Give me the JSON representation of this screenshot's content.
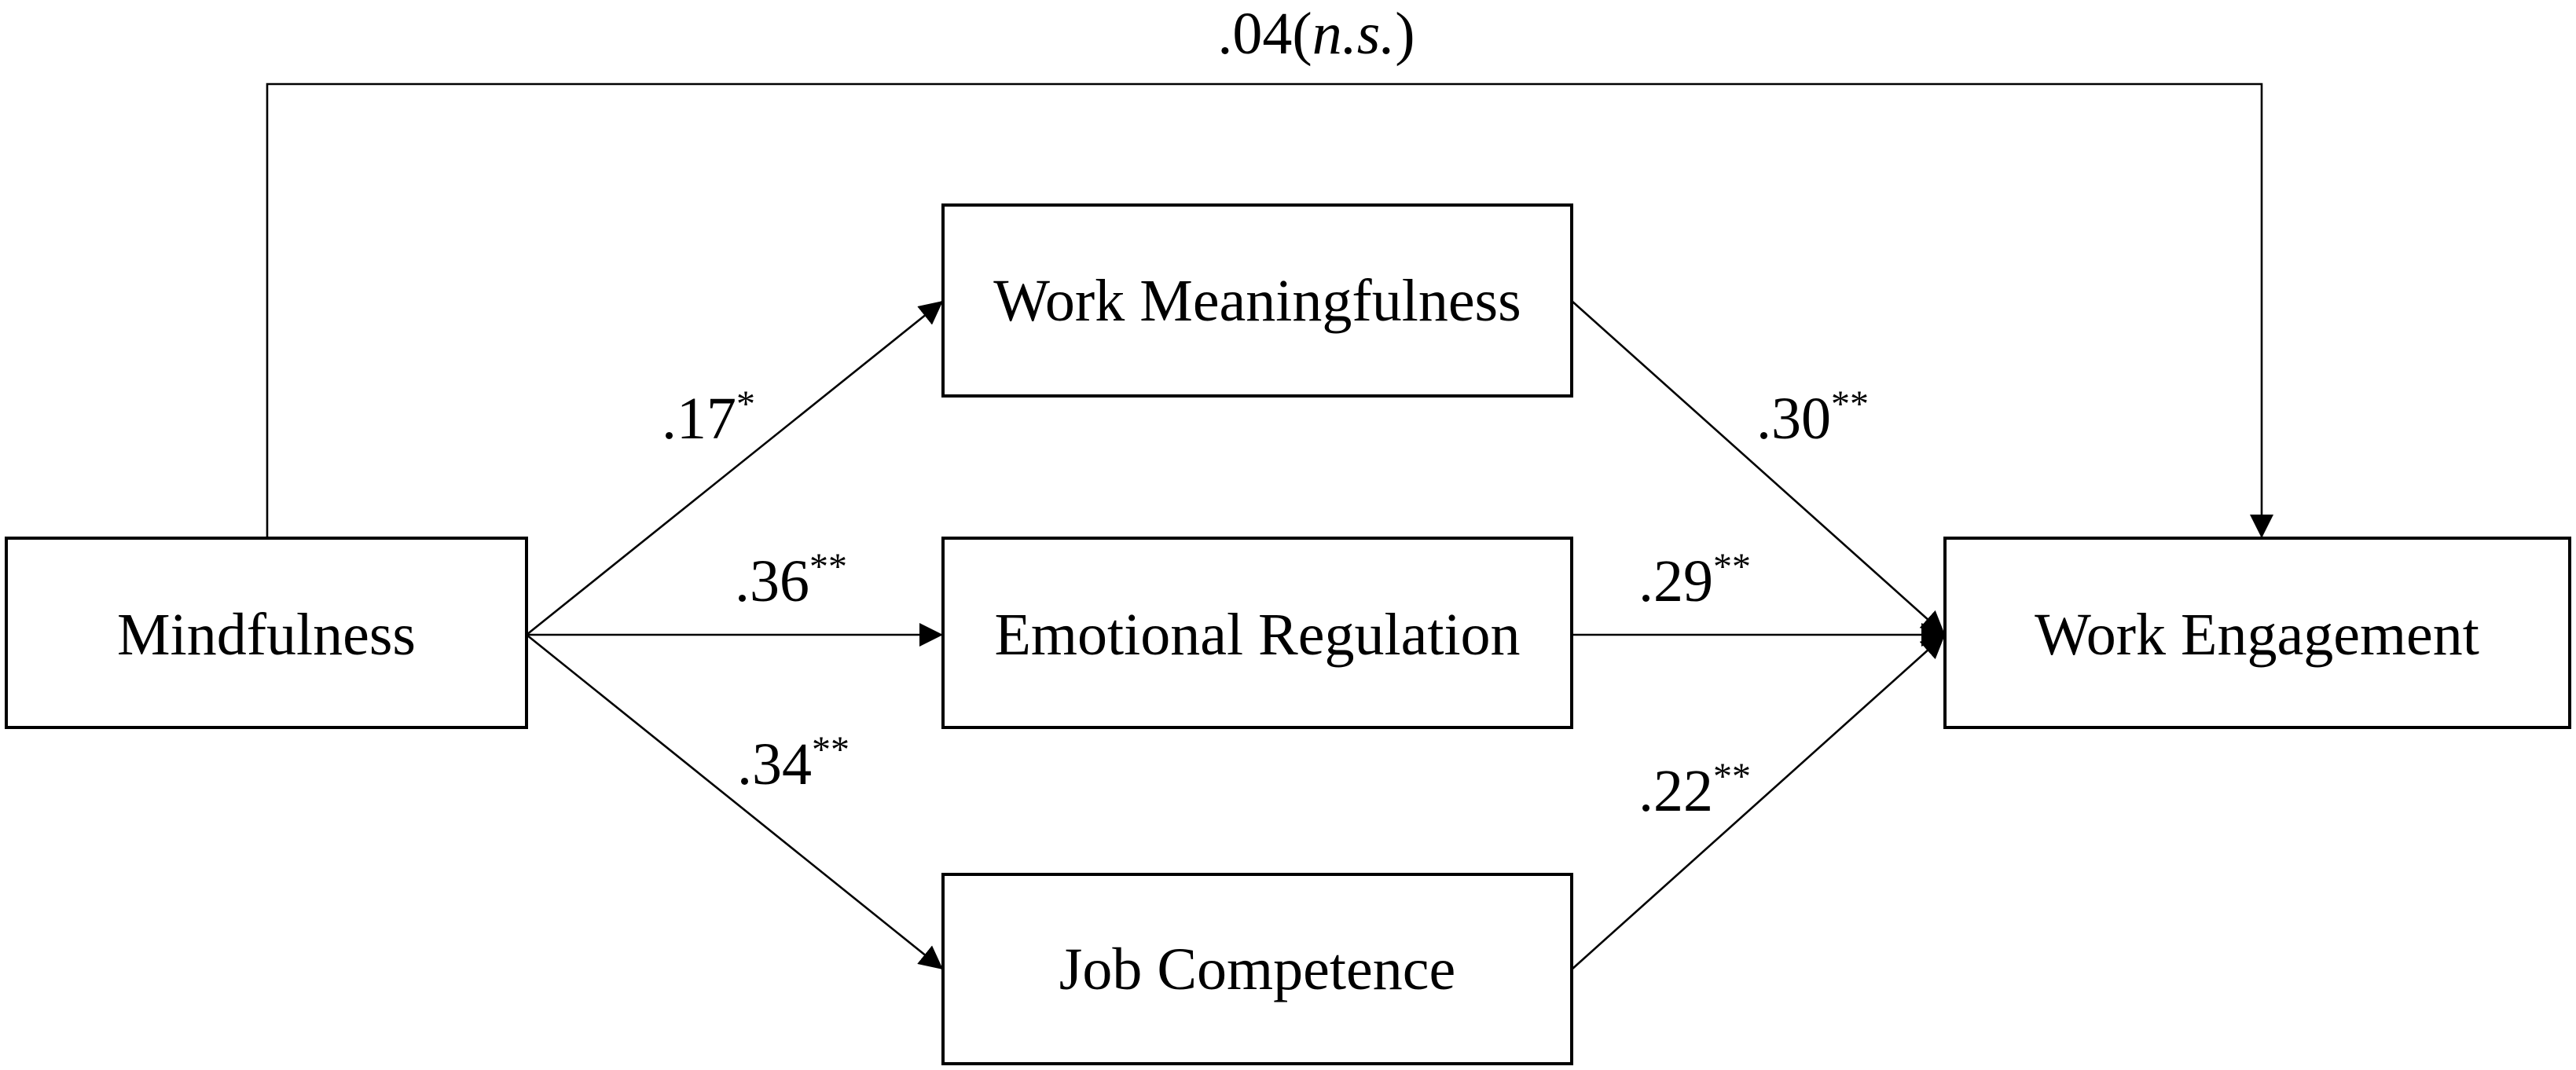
{
  "nodes": {
    "mindfulness": "Mindfulness",
    "work_meaningfulness": "Work Meaningfulness",
    "emotional_regulation": "Emotional Regulation",
    "job_competence": "Job Competence",
    "work_engagement": "Work Engagement"
  },
  "coefficients": {
    "direct": {
      "value": ".04",
      "open": "(",
      "note": "n.s.",
      "close": ")"
    },
    "mind_to_meaning": {
      "value": ".17",
      "stars": "*"
    },
    "mind_to_emotion": {
      "value": ".36",
      "stars": "**"
    },
    "mind_to_competence": {
      "value": ".34",
      "stars": "**"
    },
    "meaning_to_engagement": {
      "value": ".30",
      "stars": "**"
    },
    "emotion_to_engagement": {
      "value": ".29",
      "stars": "**"
    },
    "competence_to_engagement": {
      "value": ".22",
      "stars": "**"
    }
  }
}
